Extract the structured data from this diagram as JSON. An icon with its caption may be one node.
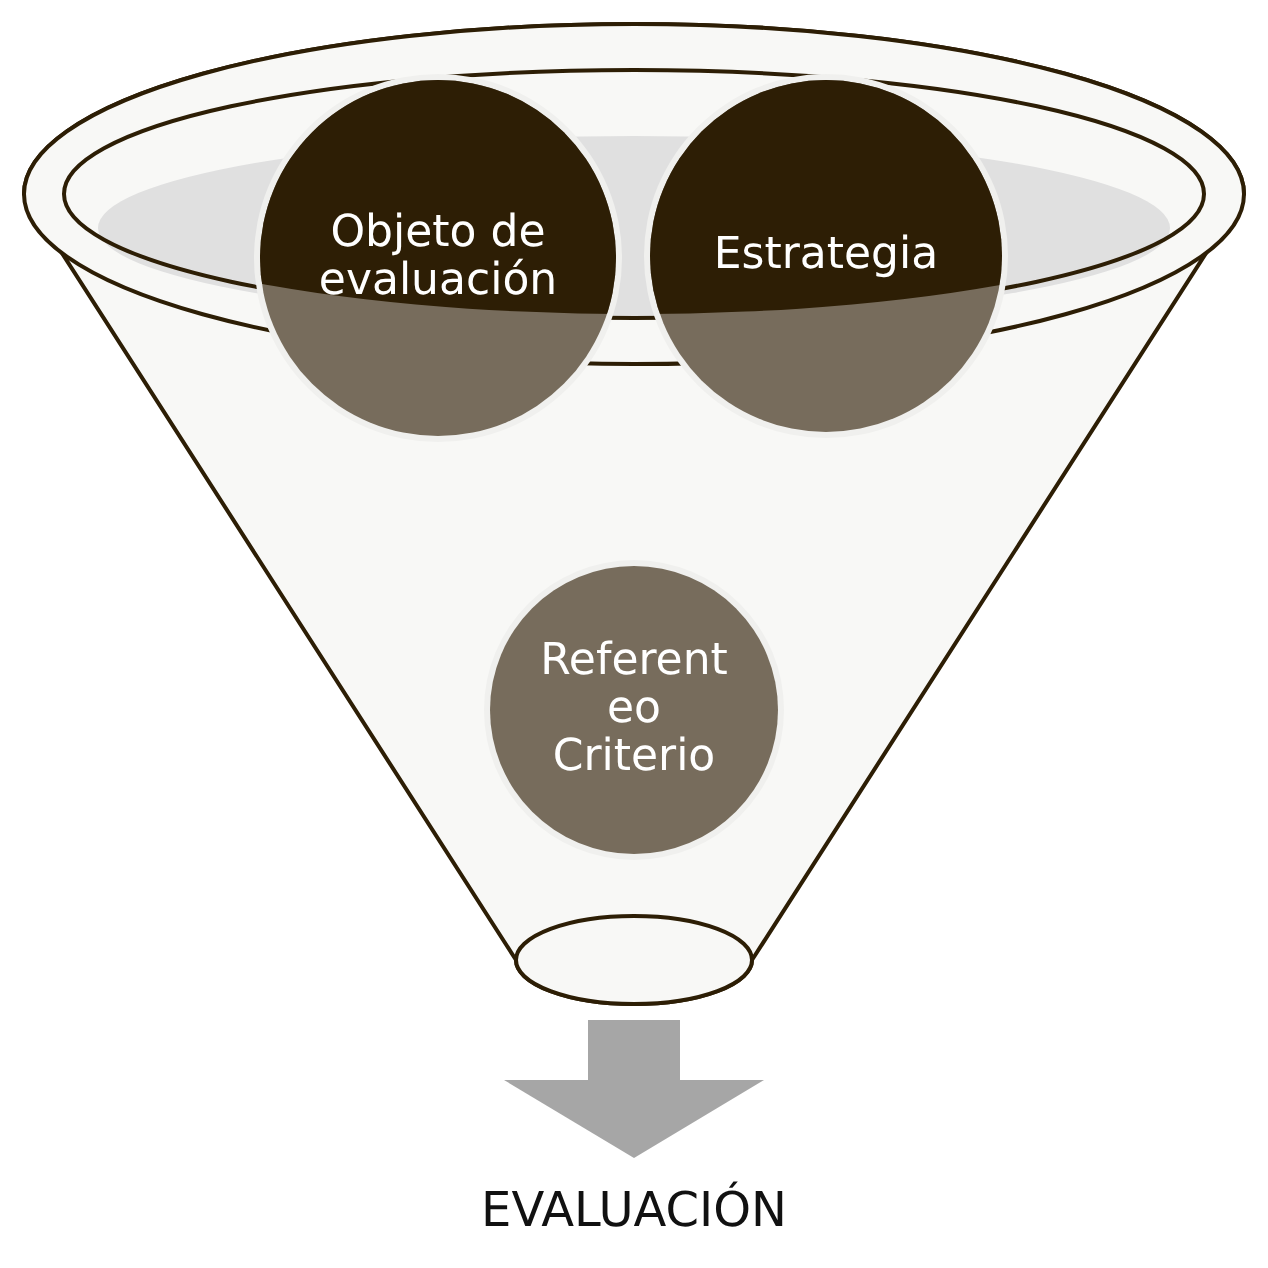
{
  "diagram": {
    "nodes": [
      {
        "text": [],
        "shape": "funnel"
      },
      {
        "text": [
          "Objeto de evaluación"
        ],
        "in": 0
      },
      {
        "text": [
          "Estrategia"
        ],
        "in": 0
      },
      {
        "text": [
          "Referent eo Criterio"
        ],
        "in": 0
      },
      {
        "text": [
          "EVALUACIÓN"
        ]
      }
    ],
    "edges": [
      {
        "from": 0,
        "to": 4,
        "arrow": "to"
      }
    ]
  }
}
